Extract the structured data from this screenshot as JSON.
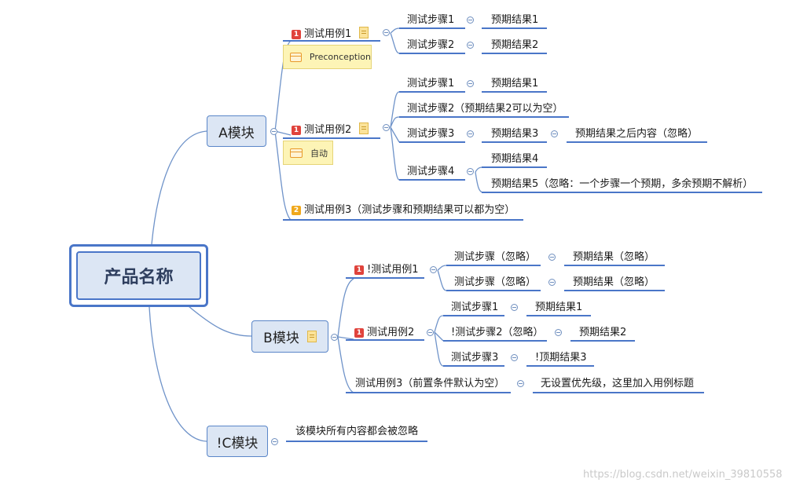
{
  "root": "产品名称",
  "branches": {
    "a": "A模块",
    "b": "B模块",
    "c": "!C模块"
  },
  "priority": {
    "p1": "1",
    "p2": "2"
  },
  "a": {
    "case1": "测试用例1",
    "case1_label": "Preconception",
    "case1_s1": "测试步骤1",
    "case1_r1": "预期结果1",
    "case1_s2": "测试步骤2",
    "case1_r2": "预期结果2",
    "case2": "测试用例2",
    "case2_label": "自动",
    "case2_s1": "测试步骤1",
    "case2_r1": "预期结果1",
    "case2_s2": "测试步骤2（预期结果2可以为空）",
    "case2_s3": "测试步骤3",
    "case2_r3": "预期结果3",
    "case2_r3_after": "预期结果之后内容（忽略）",
    "case2_s4": "测试步骤4",
    "case2_r4": "预期结果4",
    "case2_r5": "预期结果5（忽略：一个步骤一个预期，多余预期不解析）",
    "case3": "测试用例3（测试步骤和预期结果可以都为空）"
  },
  "b": {
    "case1": "!测试用例1",
    "case1_s1": "测试步骤（忽略）",
    "case1_r1": "预期结果（忽略）",
    "case1_s2": "测试步骤（忽略）",
    "case1_r2": "预期结果（忽略）",
    "case2": "测试用例2",
    "case2_s1": "测试步骤1",
    "case2_r1": "预期结果1",
    "case2_s2": "!测试步骤2（忽略）",
    "case2_r2": "预期结果2",
    "case2_s3": "测试步骤3",
    "case2_r3": "!顶期结果3",
    "case3": "测试用例3（前置条件默认为空）",
    "case3_r": "无设置优先级，这里加入用例标题"
  },
  "c": {
    "note": "该模块所有内容都会被忽略"
  },
  "watermark": "https://blog.csdn.net/weixin_39810558"
}
